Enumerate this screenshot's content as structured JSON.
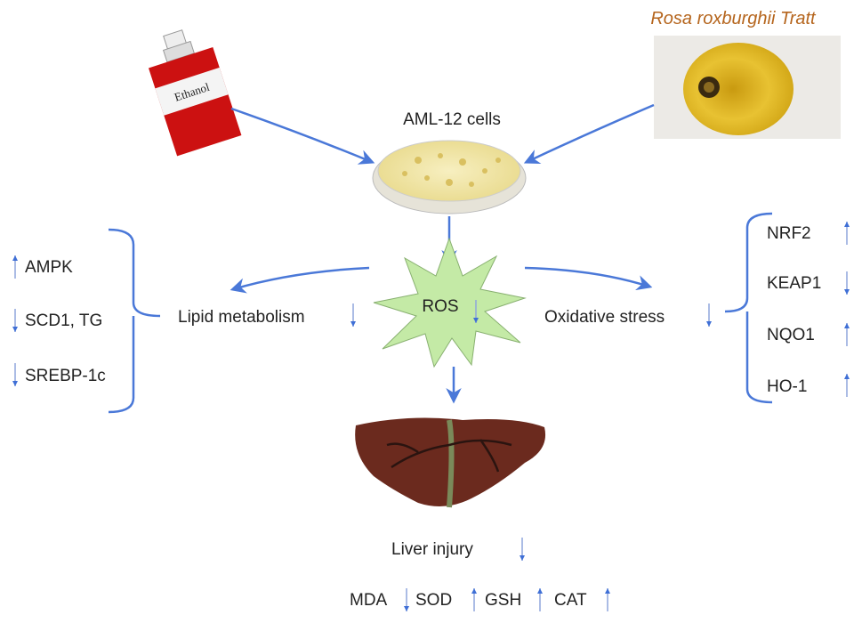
{
  "title_plant": "Rosa roxburghii Tratt",
  "bottle_label": "Ethanol",
  "cells_label": "AML-12 cells",
  "center_label": {
    "text": "ROS",
    "direction": "down"
  },
  "lipid": {
    "label": "Lipid metabolism",
    "direction": "down",
    "items": [
      {
        "text": "AMPK",
        "direction": "up"
      },
      {
        "text": "SCD1, TG",
        "direction": "down"
      },
      {
        "text": "SREBP-1c",
        "direction": "down"
      }
    ]
  },
  "oxidative": {
    "label": "Oxidative stress",
    "direction": "down",
    "items": [
      {
        "text": "NRF2",
        "direction": "up"
      },
      {
        "text": "KEAP1",
        "direction": "down"
      },
      {
        "text": "NQO1",
        "direction": "up"
      },
      {
        "text": "HO-1",
        "direction": "up"
      }
    ]
  },
  "liver": {
    "label": "Liver injury",
    "direction": "down",
    "markers": [
      {
        "text": "MDA",
        "direction": "down"
      },
      {
        "text": "SOD",
        "direction": "up"
      },
      {
        "text": "GSH",
        "direction": "up"
      },
      {
        "text": "CAT",
        "direction": "up"
      }
    ]
  },
  "colors": {
    "arrow": "#4a78d8",
    "plant_title": "#b5651d",
    "bottle": "#cc1111",
    "star": "#bfe8a0",
    "liver": "#6b2a1e"
  }
}
